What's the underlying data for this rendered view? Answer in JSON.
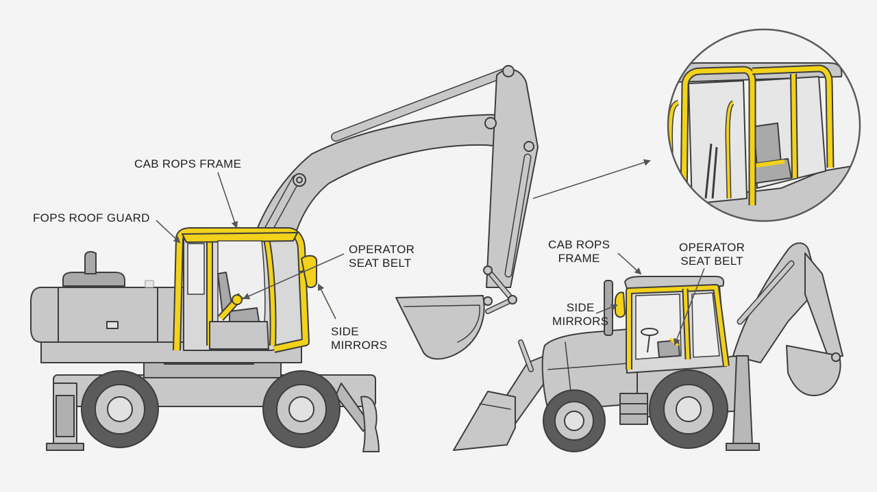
{
  "labels": {
    "excavator": {
      "cab_rops_frame": "CAB ROPS FRAME",
      "fops_roof_guard": "FOPS ROOF GUARD",
      "operator_seat_belt": [
        "OPERATOR",
        "SEAT BELT"
      ],
      "side_mirrors": [
        "SIDE",
        "MIRRORS"
      ]
    },
    "backhoe": {
      "cab_rops_frame": [
        "CAB ROPS",
        "FRAME"
      ],
      "operator_seat_belt": [
        "OPERATOR",
        "SEAT BELT"
      ],
      "side_mirrors": [
        "SIDE",
        "MIRRORS"
      ]
    }
  },
  "colors": {
    "background": "#f4f4f4",
    "body": "#c8c8c8",
    "body_dark": "#a9a9a9",
    "outline": "#3c3c3c",
    "tire": "#5b5b5b",
    "highlight": "#f2d21b"
  },
  "icons": [
    "excavator",
    "backhoe-loader",
    "cab-detail-magnifier",
    "leader-arrow"
  ]
}
